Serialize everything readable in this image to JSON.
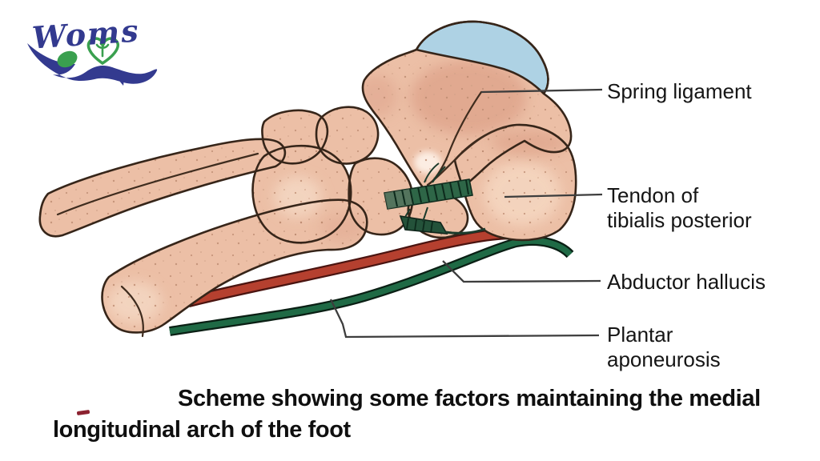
{
  "logo": {
    "brand": "Woms",
    "blue": "#333a8f",
    "green": "#3aa04f"
  },
  "annotations": [
    {
      "structure": "spring-ligament",
      "line1": "Spring ligament"
    },
    {
      "structure": "tendon-of-tibialis-posterior",
      "line1": "Tendon of",
      "line2": "tibialis posterior"
    },
    {
      "structure": "abductor-hallucis",
      "line1": "Abductor hallucis"
    },
    {
      "structure": "plantar-aponeurosis",
      "line1": "Plantar",
      "line2": "aponeurosis"
    }
  ],
  "caption": {
    "line1": "Scheme showing some factors maintaining the medial",
    "line2": "longitudinal arch of the foot"
  },
  "palette": {
    "bone": "#ecbfa6",
    "bone_outline": "#362519",
    "articular_cartilage": "#aed2e4",
    "abductor_hallucis_red": "#b5402f",
    "plantar_aponeurosis_green": "#1f6a45",
    "tibialis_tendon_green": "#2e6647",
    "leader_line": "#3d3d3d"
  }
}
